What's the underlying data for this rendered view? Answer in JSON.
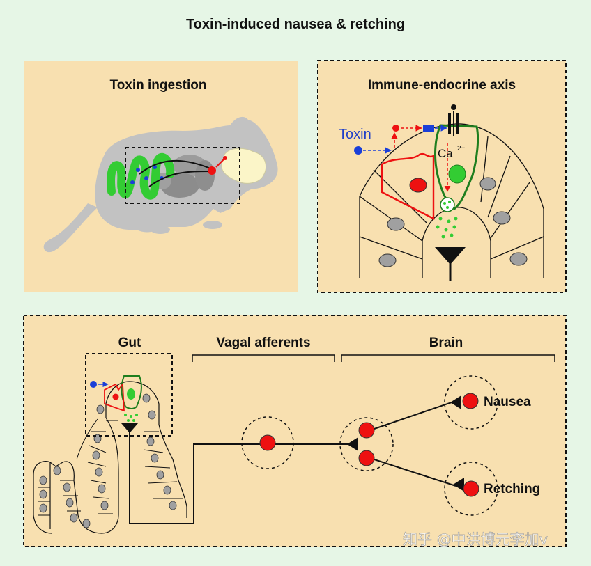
{
  "title": "Toxin-induced nausea & retching",
  "panels": {
    "ingestion": {
      "title": "Toxin ingestion"
    },
    "axis": {
      "title": "Immune-endocrine axis",
      "toxin_label": "Toxin",
      "ion_label": "Ca",
      "ion_charge": "2+"
    },
    "pathway": {
      "gut_label": "Gut",
      "vagal_label": "Vagal afferents",
      "brain_label": "Brain",
      "outcomes": [
        "Nausea",
        "Retching"
      ]
    }
  },
  "watermark": "知乎 @中洪博元李加v",
  "colors": {
    "background": "#e6f6e6",
    "panel_fill": "#f8e0b0",
    "mouse": "#c2c2c2",
    "gut_green": "#33cc33",
    "cell_outline_green": "#1e7e1e",
    "neuron_red": "#ee1111",
    "toxin_blue": "#1a3fd8",
    "nucleus_gray": "#a0a0a0",
    "brain": "#fbf5c8"
  }
}
